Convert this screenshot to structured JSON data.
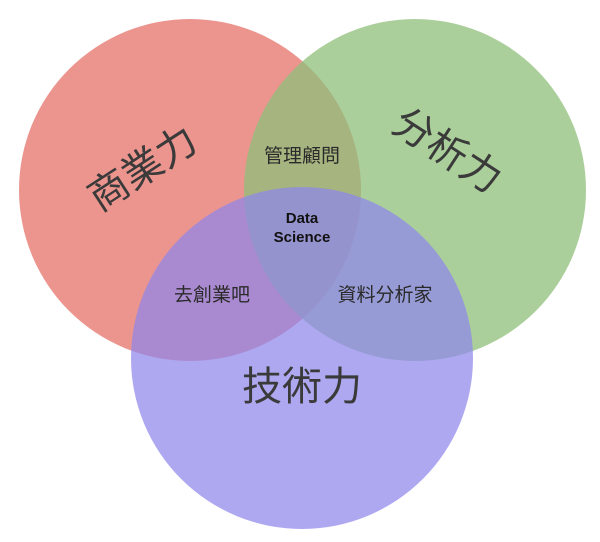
{
  "circles": {
    "business": {
      "label": "商業力",
      "color": "#e8827a"
    },
    "analytics": {
      "label": "分析力",
      "color": "#8fbf7a"
    },
    "technology": {
      "label": "技術力",
      "color": "#8f86ec"
    }
  },
  "overlaps": {
    "business_analytics": "管理顧問",
    "business_technology": "去創業吧",
    "analytics_technology": "資料分析家"
  },
  "center": {
    "line1": "Data",
    "line2": "Science"
  }
}
